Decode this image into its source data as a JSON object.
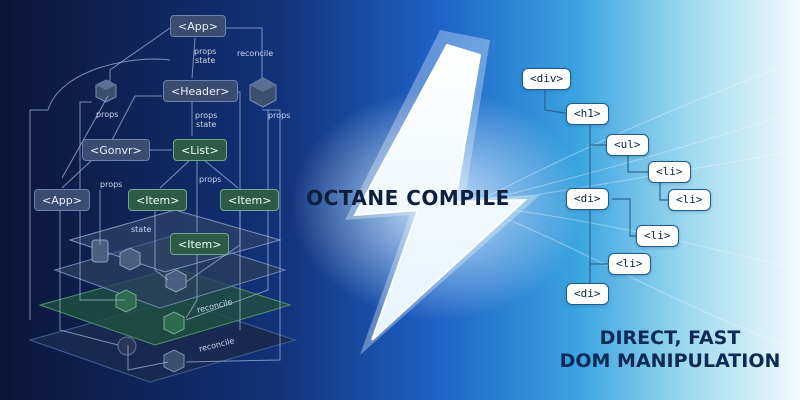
{
  "component_tree": {
    "nodes": {
      "app_root": "<App>",
      "header": "<Header>",
      "convr": "<Gonvr>",
      "list": "<List>",
      "app_left": "<App>",
      "item_1": "<Item>",
      "item_2": "<Item>",
      "item_3": "<Item>"
    },
    "edge_labels": {
      "props_state_top": "props\nstate",
      "reconcile_top": "reconcile",
      "props_left": "props",
      "props_state_mid": "props\nstate",
      "props_right": "props",
      "props_item_left": "props",
      "props_item_right": "props",
      "state_stack": "state",
      "reconcile_stack_1": "reconcile",
      "reconcile_stack_2": "reconcile"
    }
  },
  "banner": {
    "text": "OCTANE COMPILE"
  },
  "dom_tree": {
    "div": "<div>",
    "h1": "<h1>",
    "ul": "<ul>",
    "li_1": "<li>",
    "li_2": "<li>",
    "di_1": "<di>",
    "li_3": "<li>",
    "li_4": "<li>",
    "di_2": "<di>"
  },
  "tagline": {
    "line1": "DIRECT, FAST",
    "line2": "DOM MANIPULATION"
  },
  "colors": {
    "left_bg_dark": "#0d1a3e",
    "mid_blue": "#1f5fc4",
    "right_bg_light": "#eaf6fc",
    "node_blue": "#3a4d70",
    "node_green": "#2f5a48",
    "dom_border": "#1e5b8e"
  }
}
